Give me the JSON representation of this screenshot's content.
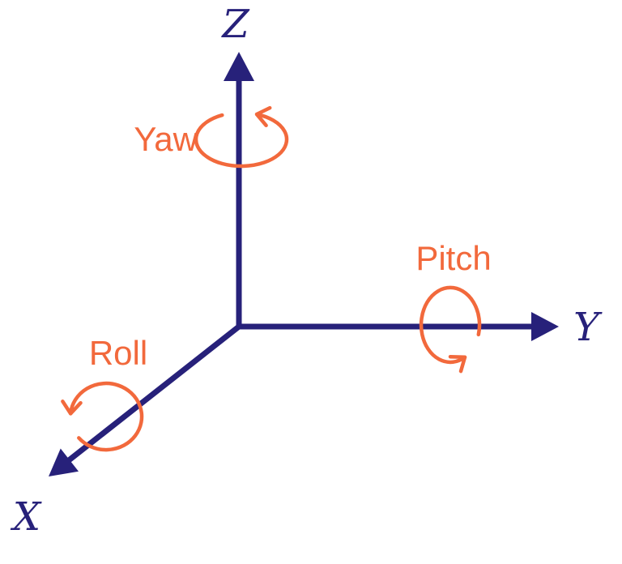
{
  "diagram": {
    "axes": {
      "x": {
        "label": "X"
      },
      "y": {
        "label": "Y"
      },
      "z": {
        "label": "Z"
      }
    },
    "rotations": {
      "yaw": {
        "label": "Yaw"
      },
      "pitch": {
        "label": "Pitch"
      },
      "roll": {
        "label": "Roll"
      }
    },
    "colors": {
      "axis": "#27217a",
      "rotation": "#f2693c",
      "background": "#ffffff"
    }
  }
}
